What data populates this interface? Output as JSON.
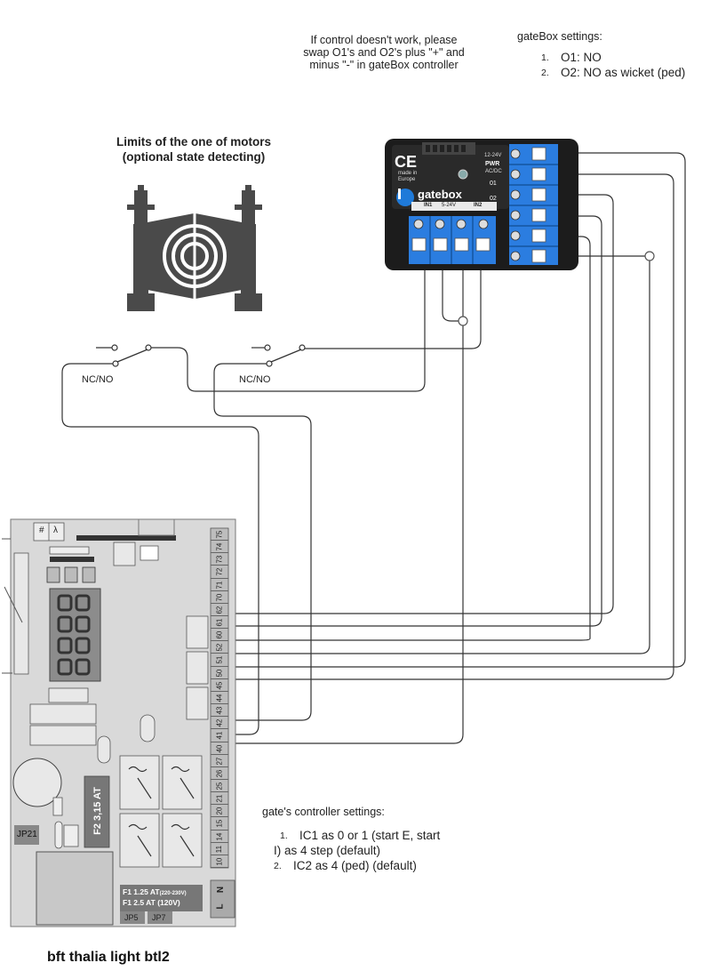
{
  "notes": {
    "swap_warning": [
      "If control doesn't work, please",
      "swap O1's and O2's plus \"+\" and",
      "minus \"-\" in gateBox controller"
    ]
  },
  "gatebox_settings": {
    "title": "gateBox settings:",
    "items": [
      "O1: NO",
      "O2: NO as wicket (ped)"
    ]
  },
  "limits": {
    "title_line1": "Limits of the one of motors",
    "title_line2": "(optional state detecting)"
  },
  "switches": [
    "NC/NO",
    "NC/NO"
  ],
  "gatebox_device": {
    "logo": "gatebox",
    "ce": "CE",
    "made_in": "made in",
    "europe": "Europe",
    "voltage": "12-24V",
    "pwr": "PWR",
    "acdc": "AC/DC",
    "o1": "01",
    "o2": "02",
    "in1": "IN1",
    "in_voltage": "5-24V",
    "in2": "IN2"
  },
  "controller_settings": {
    "title": "gate's controller settings:",
    "items": [
      "IC1 as 0 or 1 (start E, start I) as 4 step (default)",
      "IC2 as 4 (ped) (default)"
    ],
    "item1_line1": "IC1 as 0 or 1 (start E, start",
    "item1_line2": "I) as 4 step (default)"
  },
  "board": {
    "terminals": [
      "75",
      "74",
      "73",
      "72",
      "71",
      "70",
      "62",
      "61",
      "60",
      "52",
      "51",
      "50",
      "45",
      "44",
      "43",
      "42",
      "41",
      "40",
      "27",
      "26",
      "25",
      "21",
      "20",
      "15",
      "14",
      "11",
      "10"
    ],
    "fuse_vertical": "F2 3,15 AT",
    "fuse1": "F1  1.25 AT",
    "fuse1_small": "(220-230V)",
    "fuse2": "F1  2.5 AT (120V)",
    "jp21": "JP21",
    "jp5": "JP5",
    "jp7": "JP7",
    "hash": "#",
    "lambda": "λ",
    "n": "N",
    "l": "L"
  },
  "caption": "bft thalia light btl2"
}
